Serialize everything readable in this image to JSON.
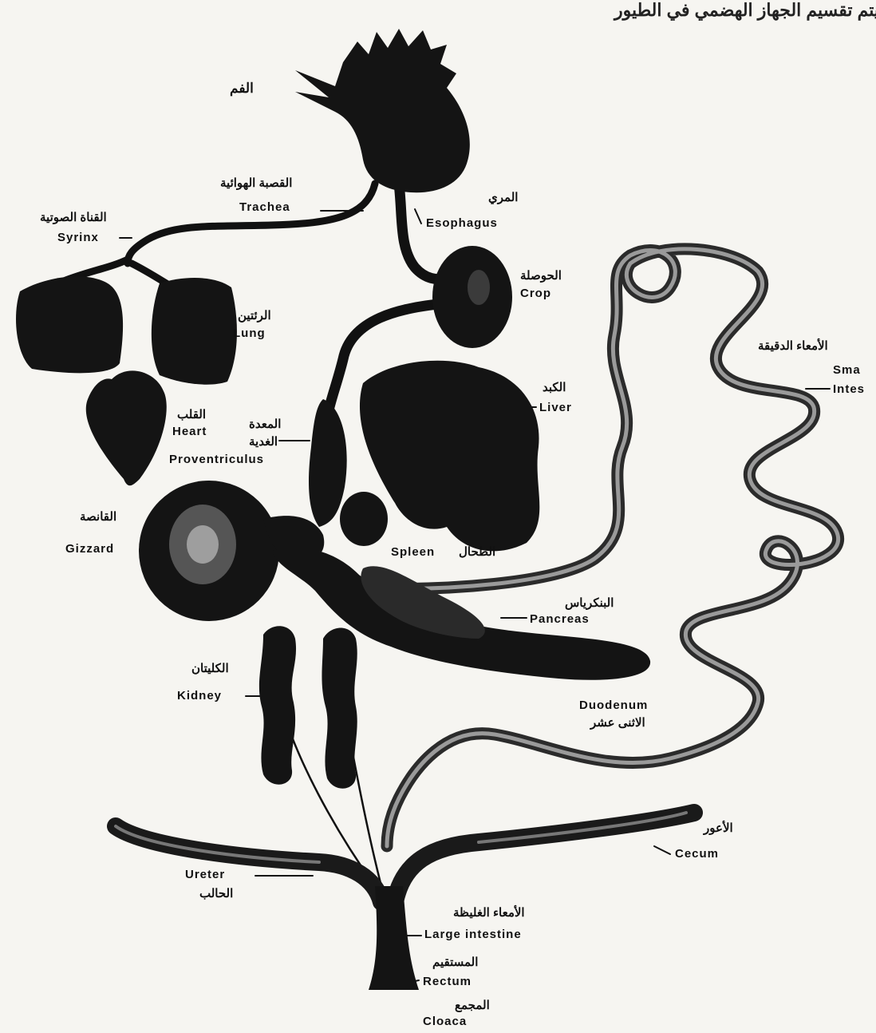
{
  "header": {
    "text": "يتم تقسيم الجهاز الهضمي في الطيور"
  },
  "colors": {
    "organ": "#141414",
    "paper": "#f6f5f1",
    "intestine": "#3a3a3a"
  },
  "labels": {
    "mouth_ar": "الفم",
    "trachea_ar": "القصبة الهوائية",
    "trachea_en": "Trachea",
    "syrinx_ar": "القناة الصوتية",
    "syrinx_en": "Syrinx",
    "esophagus_ar": "المري",
    "esophagus_en": "Esophagus",
    "crop_ar": "الحوصلة",
    "crop_en": "Crop",
    "lung_ar": "الرئتين",
    "lung_en": "Lung",
    "small_int_ar": "الأمعاء الدقيقة",
    "small_int_en1": "Sma",
    "small_int_en2": "Intes",
    "liver_ar": "الكبد",
    "liver_en": "Liver",
    "heart_ar": "القلب",
    "heart_en": "Heart",
    "prov_ar1": "المعدة",
    "prov_ar2": "الغدية",
    "prov_en": "Proventriculus",
    "gizzard_ar": "القانصة",
    "gizzard_en": "Gizzard",
    "spleen_en": "Spleen",
    "spleen_ar": "الطحال",
    "pancreas_ar": "البنكرياس",
    "pancreas_en": "Pancreas",
    "kidney_ar": "الكليتان",
    "kidney_en": "Kidney",
    "duodenum_en": "Duodenum",
    "duodenum_ar": "الاثنى عشر",
    "ceca_ar": "الأعور",
    "ceca_en": "Cecum",
    "ureter_en": "Ureter",
    "ureter_ar": "الحالب",
    "large_int_ar": "الأمعاء الغليظة",
    "large_int_en": "Large intestine",
    "rectum_ar": "المستقيم",
    "rectum_en": "Rectum",
    "cloaca_ar": "المجمع",
    "cloaca_en": "Cloaca"
  }
}
